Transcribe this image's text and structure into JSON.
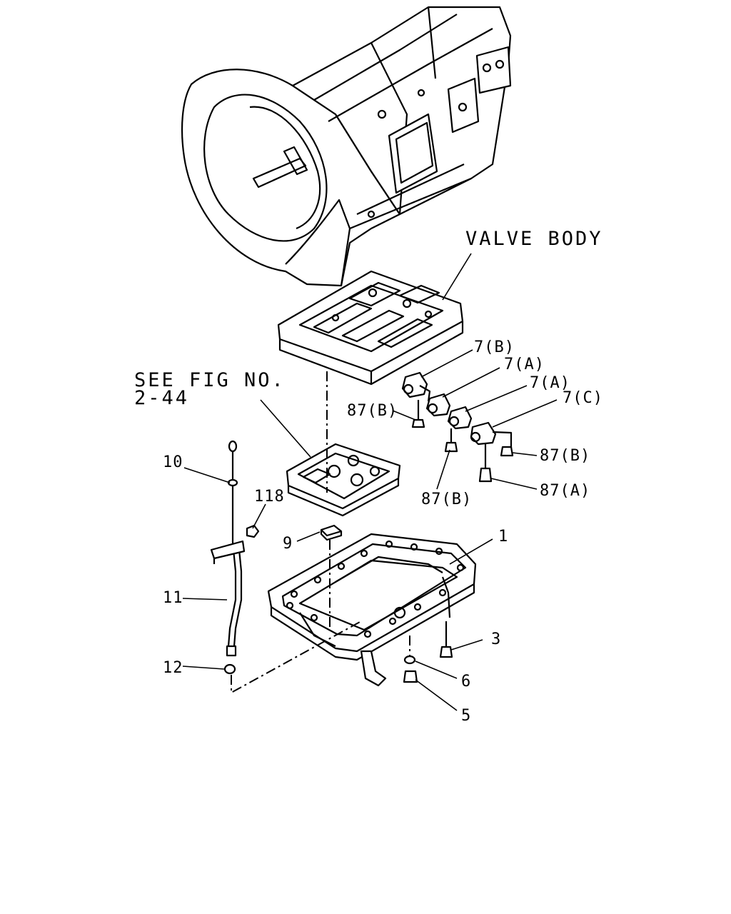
{
  "labels": {
    "valve_body": "VALVE BODY",
    "see_fig_line1": "SEE FIG NO.",
    "see_fig_line2": "2-44",
    "p7b": "7(B)",
    "p7a_1": "7(A)",
    "p7a_2": "7(A)",
    "p7c": "7(C)",
    "p87b_1": "87(B)",
    "p87b_2": "87(B)",
    "p87b_3": "87(B)",
    "p87a": "87(A)",
    "p10": "10",
    "p118": "118",
    "p9": "9",
    "p1": "1",
    "p11": "11",
    "p3": "3",
    "p12": "12",
    "p6": "6",
    "p5": "5"
  },
  "parts": [
    {
      "id": "transmission",
      "icon": "transmission-icon"
    },
    {
      "id": "valve-body",
      "icon": "valve-body-icon"
    },
    {
      "id": "oil-strainer",
      "icon": "oil-strainer-icon"
    },
    {
      "id": "solenoid-7b",
      "icon": "solenoid-icon"
    },
    {
      "id": "solenoid-7a-1",
      "icon": "solenoid-icon"
    },
    {
      "id": "solenoid-7a-2",
      "icon": "solenoid-icon"
    },
    {
      "id": "solenoid-7c",
      "icon": "solenoid-icon"
    },
    {
      "id": "oil-pan",
      "icon": "oil-pan-icon"
    },
    {
      "id": "dipstick",
      "icon": "dipstick-icon"
    },
    {
      "id": "filler-tube",
      "icon": "filler-tube-icon"
    },
    {
      "id": "magnet",
      "icon": "magnet-icon"
    }
  ]
}
